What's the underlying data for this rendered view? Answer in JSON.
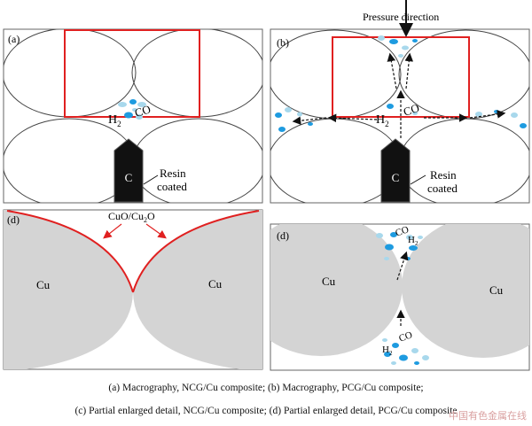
{
  "figure": {
    "pressure_label": "Pressure direction",
    "panels": {
      "a": {
        "label": "(a)",
        "particle_label": "C",
        "resin_label_1": "Resin",
        "resin_label_2": "coated",
        "gas_h": "H",
        "gas_h_sub": "2",
        "gas_co": "CO"
      },
      "b": {
        "label": "(b)",
        "particle_label": "C",
        "resin_label_1": "Resin",
        "resin_label_2": "coated",
        "gas_h": "H",
        "gas_h_sub": "2",
        "gas_co": "CO"
      },
      "c": {
        "label": "(d)",
        "oxide_label_pre": "CuO/Cu",
        "oxide_label_sub": "2",
        "oxide_label_post": "O",
        "left_cu": "Cu",
        "right_cu": "Cu"
      },
      "d": {
        "label": "(d)",
        "left_cu": "Cu",
        "right_cu": "Cu",
        "top_gas_co": "CO",
        "top_gas_h": "H",
        "top_gas_h_sub": "2",
        "bottom_gas_h": "H",
        "bottom_gas_h_sub": "2",
        "bottom_gas_co": "CO"
      }
    }
  },
  "caption": {
    "line1": "(a) Macrography, NCG/Cu composite; (b) Macrography, PCG/Cu composite;",
    "line2": "(c) Partial enlarged detail, NCG/Cu  composite; (d) Partial enlarged detail, PCG/Cu composite"
  },
  "watermark": "中国有色金属在线",
  "colors": {
    "highlight": "#e02020",
    "copper": "#d4d4d4",
    "gas_dark": "#1e9be0",
    "gas_light": "#a8d8ec",
    "particle": "#111111"
  }
}
